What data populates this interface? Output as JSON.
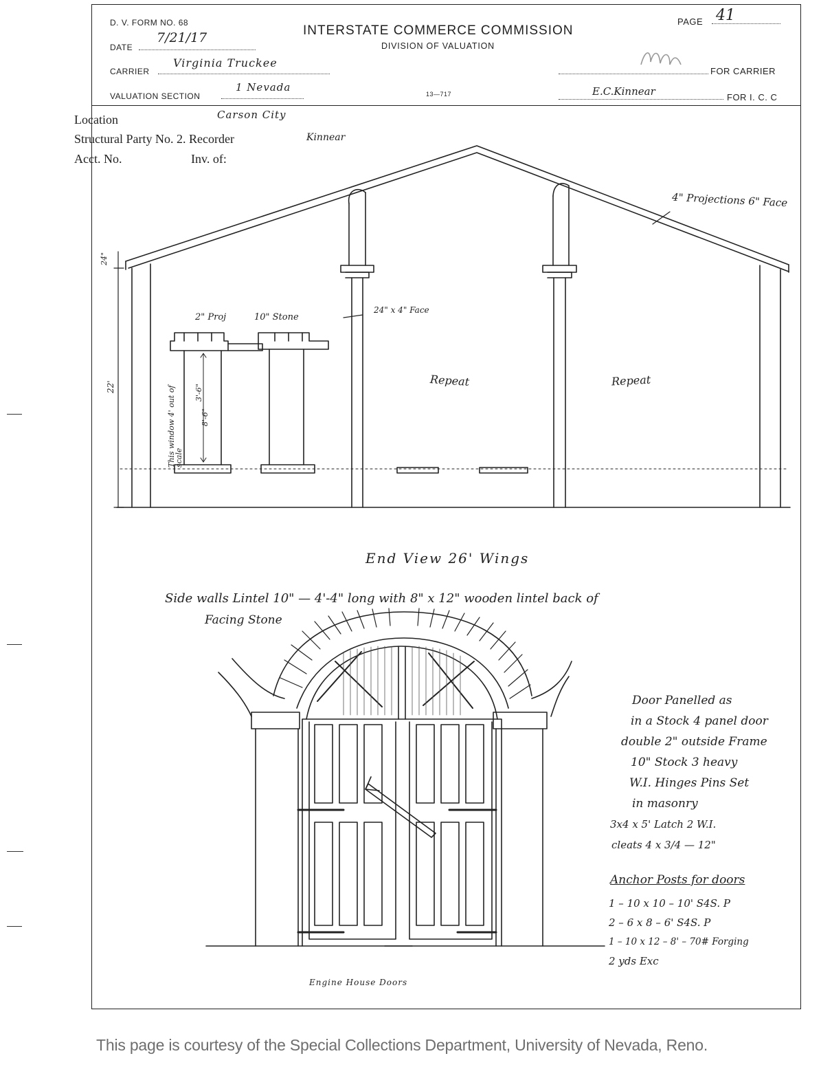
{
  "header": {
    "form_no": "D. V. FORM NO. 68",
    "title": "INTERSTATE COMMERCE COMMISSION",
    "subtitle": "DIVISION OF VALUATION",
    "page_label": "PAGE",
    "page_value": "41",
    "date_label": "DATE",
    "date_value": "7/21/17",
    "carrier_label": "CARRIER",
    "carrier_value": "Virginia Truckee",
    "valuation_label": "VALUATION SECTION",
    "valuation_value": "1 Nevada",
    "for_carrier_label": "FOR CARRIER",
    "for_icc_label": "FOR I. C. C",
    "icc_signature": "E.C.Kinnear",
    "form_code": "13—717"
  },
  "location": {
    "location_label": "Location",
    "location_value": "Carson City",
    "party_label": "Structural Party No. 2. Recorder",
    "party_value": "Kinnear",
    "acct_label": "Acct. No.",
    "inv_label": "Inv. of:"
  },
  "upper_drawing": {
    "projections_note": "4\" Projections 6\" Face",
    "dim_24": "24\"",
    "dim_22": "22'",
    "proj_note": "2\" Proj",
    "stone_note": "10\" Stone",
    "face_note": "24\" x 4\" Face",
    "window_note": "This window 4' out of scale",
    "window_dim_w": "3'-6\"",
    "window_dim_h": "8'-6\"",
    "repeat_1": "Repeat",
    "repeat_2": "Repeat",
    "caption": "End View 26' Wings"
  },
  "lower_drawing": {
    "lintel_note_1": "Side walls  Lintel 10\" — 4'-4\" long   with 8\" x 12\"  wooden lintel back of",
    "lintel_note_2": "Facing Stone",
    "door_notes": [
      "Door Panelled as",
      "in a Stock 4 panel door",
      "double 2\" outside Frame",
      "10\" Stock  3 heavy",
      "W.I. Hinges Pins Set",
      "in masonry",
      "3x4 x 5' Latch  2 W.I.",
      "cleats 4 x 3/4 — 12\""
    ],
    "anchor_title": "Anchor Posts for doors",
    "anchor_items": [
      "1 – 10 x 10 –  10' S4S. P",
      "2 – 6 x 8 –  6'  S4S. P",
      "1 – 10 x 12 –  8' – 70# Forging",
      "2 yds Exc"
    ],
    "caption": "Engine House Doors"
  },
  "footer": {
    "courtesy": "This page is courtesy of the Special Collections Department, University of Nevada, Reno."
  }
}
